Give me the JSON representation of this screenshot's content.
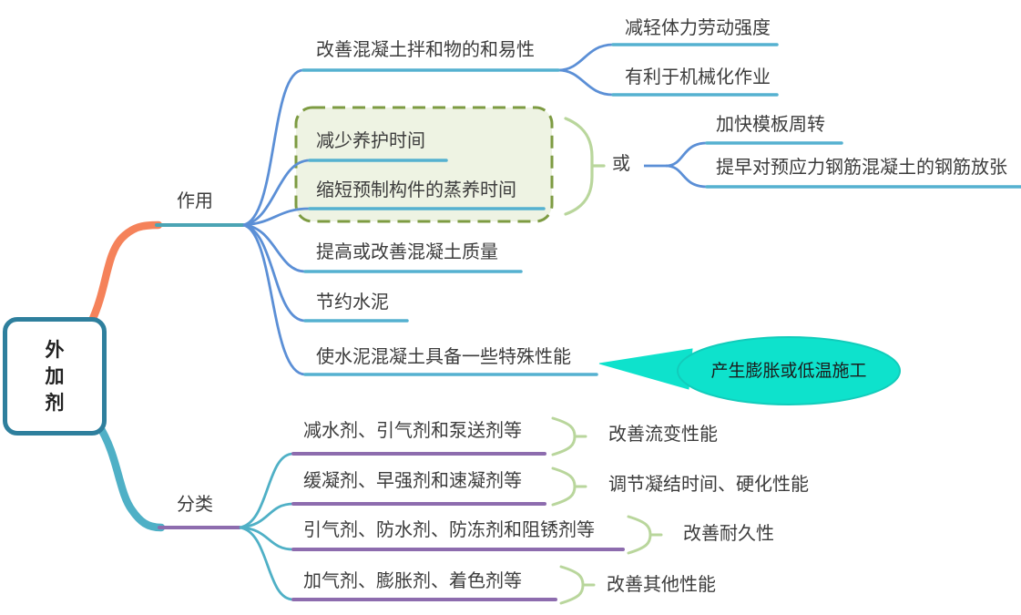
{
  "colors": {
    "root_border": "#2E7F9D",
    "branch_action": "#F5825A",
    "branch_class": "#4FB0C6",
    "line_blue": "#5B8FD6",
    "underline_teal": "#55B1D0",
    "action_underline": "#4BA4B4",
    "underline_purple": "#8D6CAE",
    "group_border": "#7D9B42",
    "group_fill": "#EEF3E3",
    "brace_green": "#B9D69C",
    "callout_fill": "#0EE2CC",
    "callout_stroke": "#12CCBB",
    "text": "#3C3C3C"
  },
  "root": {
    "label": "外加剂"
  },
  "action": {
    "label": "作用",
    "workability": {
      "label": "改善混凝土拌和物的和易性",
      "children": [
        {
          "label": "减轻体力劳动强度"
        },
        {
          "label": "有利于机械化作业"
        }
      ]
    },
    "group": {
      "items": [
        {
          "label": "减少养护时间"
        },
        {
          "label": "缩短预制构件的蒸养时间"
        }
      ],
      "or_label": "或",
      "results": [
        {
          "label": "加快模板周转"
        },
        {
          "label": "提早对预应力钢筋混凝土的钢筋放张"
        }
      ]
    },
    "quality": {
      "label": "提高或改善混凝土质量"
    },
    "save_cement": {
      "label": "节约水泥"
    },
    "special": {
      "label": "使水泥混凝土具备一些特殊性能",
      "callout": "产生膨胀或低温施工"
    }
  },
  "classification": {
    "label": "分类",
    "rows": [
      {
        "label": "减水剂、引气剂和泵送剂等",
        "effect": "改善流变性能"
      },
      {
        "label": "缓凝剂、早强剂和速凝剂等",
        "effect": "调节凝结时间、硬化性能"
      },
      {
        "label": "引气剂、防水剂、防冻剂和阻锈剂等",
        "effect": "改善耐久性"
      },
      {
        "label": "加气剂、膨胀剂、着色剂等",
        "effect": "改善其他性能"
      }
    ]
  }
}
